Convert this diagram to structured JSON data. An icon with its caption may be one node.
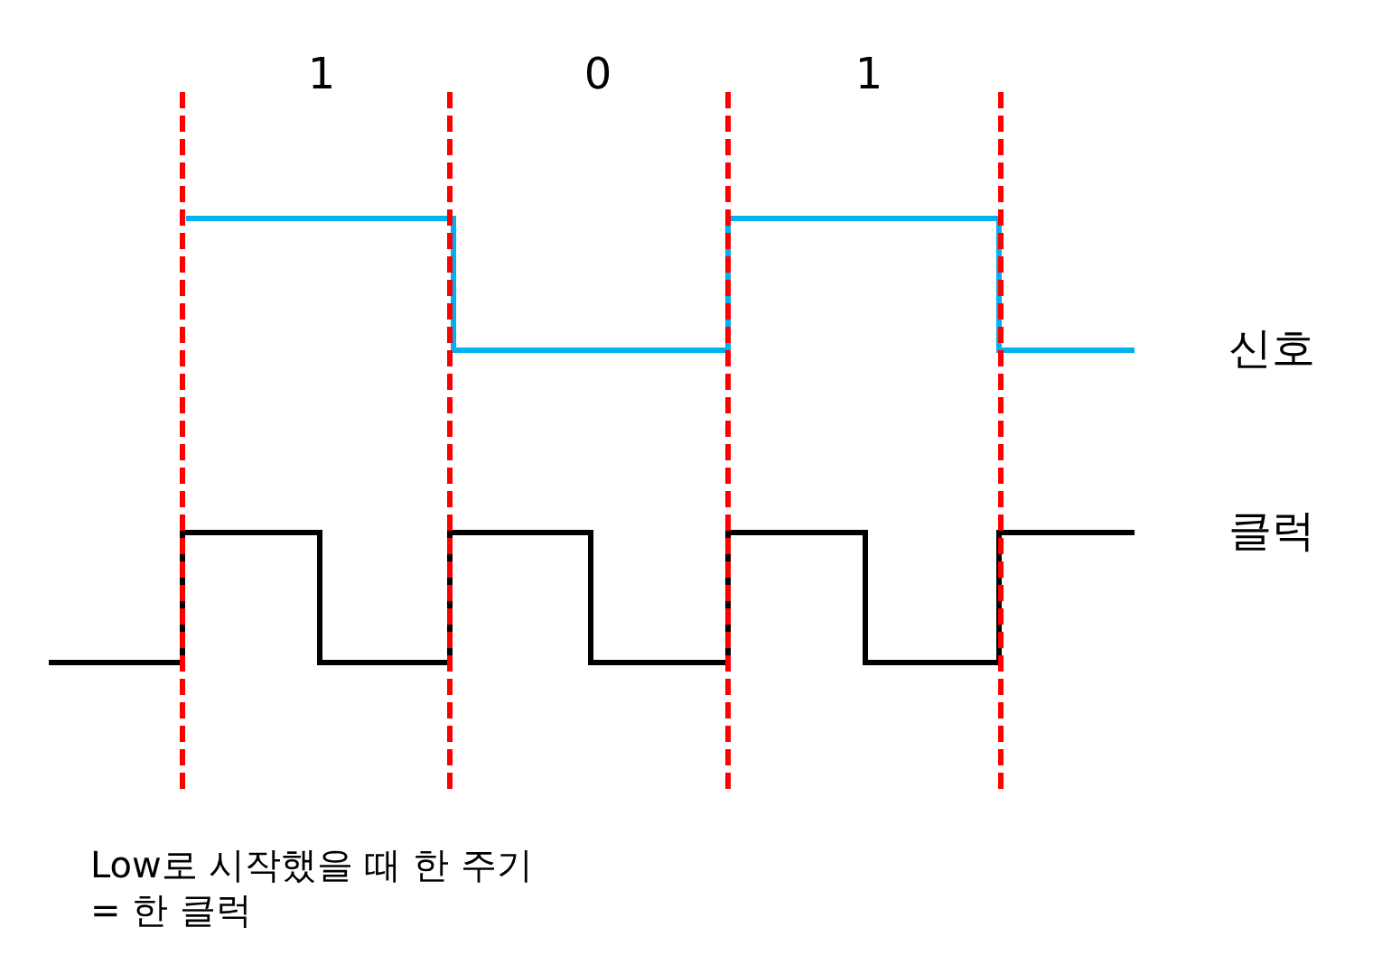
{
  "diagram": {
    "labels": [
      "1",
      "0",
      "1",
      "신호",
      "클럭",
      "Low로 시작했을 때 한 주기 = 한 클럭"
    ]
  }
}
